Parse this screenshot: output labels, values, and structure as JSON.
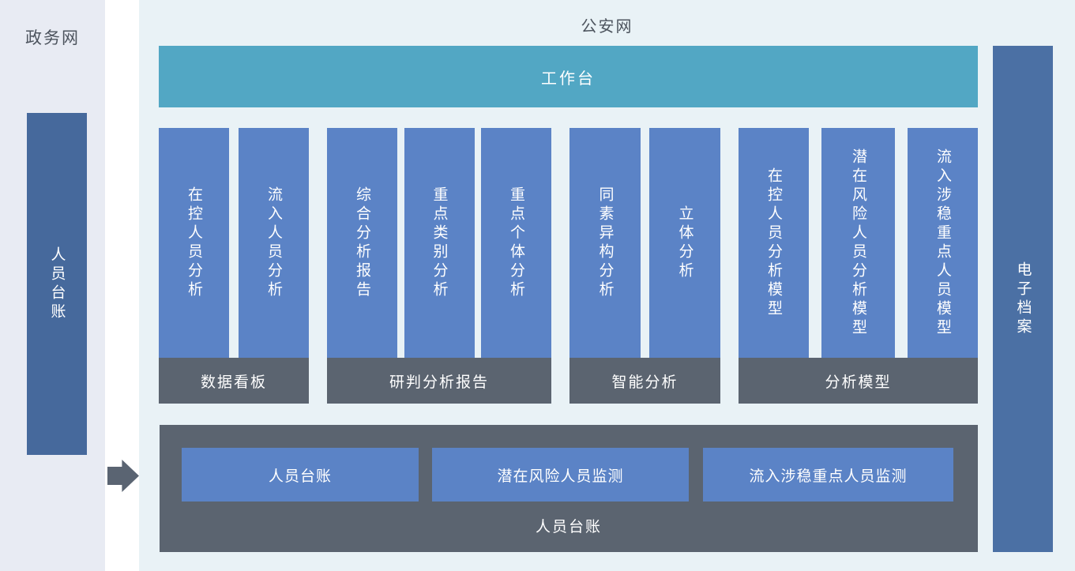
{
  "left_panel": {
    "title": "政务网",
    "bar_label": "人员台账"
  },
  "main_panel": {
    "title": "公安网",
    "workbench_label": "工作台",
    "groups": [
      {
        "label": "数据看板",
        "columns": [
          "在控人员分析",
          "流入人员分析"
        ]
      },
      {
        "label": "研判分析报告",
        "columns": [
          "综合分析报告",
          "重点类别分析",
          "重点个体分析"
        ]
      },
      {
        "label": "智能分析",
        "columns": [
          "同素异构分析",
          "立体分析"
        ]
      },
      {
        "label": "分析模型",
        "columns": [
          "在控人员分析模型",
          "潜在风险人员分析模型",
          "流入涉稳重点人员模型"
        ]
      }
    ],
    "bottom_box": {
      "label": "人员台账",
      "buttons": [
        "人员台账",
        "潜在风险人员监测",
        "流入涉稳重点人员监测"
      ]
    },
    "right_bar_label": "电子档案"
  },
  "colors": {
    "left_panel_bg": "#e8ebf3",
    "main_panel_bg": "#e9f2f6",
    "workbench_teal": "#52a7c4",
    "module_blue": "#5b83c6",
    "group_label_slate": "#5b6470",
    "left_bar_blue": "#46699c",
    "right_bar_blue": "#4b70a4",
    "arrow_slate": "#5a6472",
    "title_text": "#4d545e",
    "white_text": "#ffffff"
  }
}
